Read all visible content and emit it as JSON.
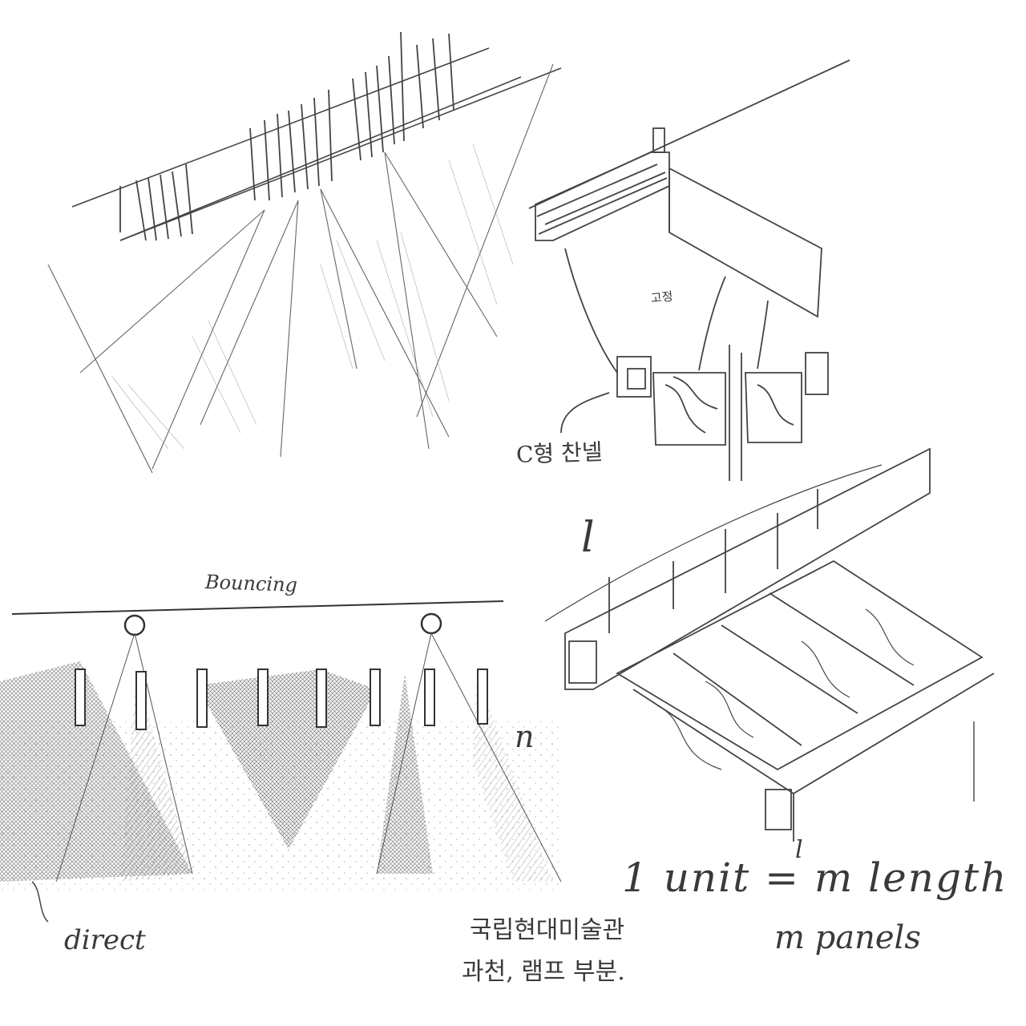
{
  "sketch": {
    "top_left": {
      "description": "perspective of ceiling lighting rail with fins"
    },
    "top_right": {
      "fix_label": "고정",
      "channel_label": "C형 찬넬"
    },
    "bottom_left": {
      "bouncing_label": "Bouncing",
      "direct_label": "direct",
      "n_label": "n"
    },
    "bottom_right": {
      "l_label": "l",
      "unit_line": "1 unit = m  length",
      "unit_sup": "l",
      "panels_line": "m panels"
    },
    "caption": {
      "line1": "국립현대미술관",
      "line2": "과천, 램프 부분."
    }
  },
  "colors": {
    "pencil": "#3a3a3a",
    "paper": "#ffffff"
  }
}
